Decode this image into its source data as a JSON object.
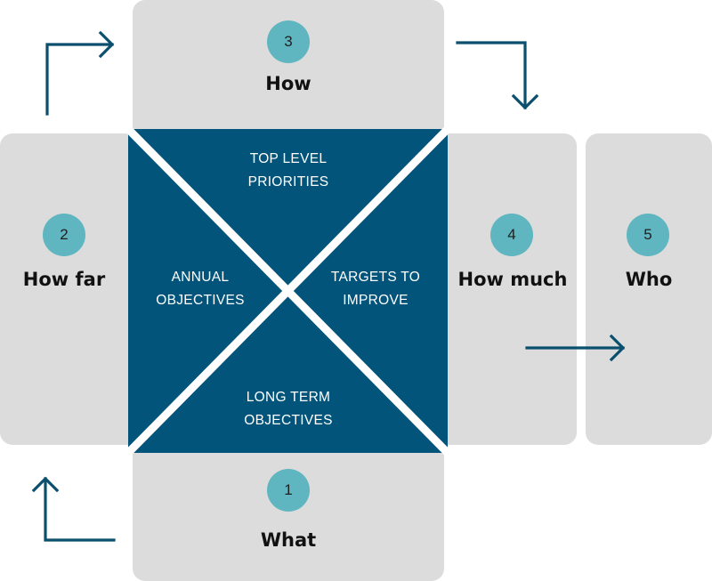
{
  "colors": {
    "navy": "#03547a",
    "teal": "#5fb6c0",
    "panel": "#dcdcdc",
    "white": "#ffffff"
  },
  "steps": [
    {
      "number": "1",
      "label": "What"
    },
    {
      "number": "2",
      "label": "How far"
    },
    {
      "number": "3",
      "label": "How"
    },
    {
      "number": "4",
      "label": "How much"
    },
    {
      "number": "5",
      "label": "Who"
    }
  ],
  "quadrants": {
    "top": {
      "line1": "TOP LEVEL",
      "line2": "PRIORITIES"
    },
    "left": {
      "line1": "ANNUAL",
      "line2": "OBJECTIVES"
    },
    "right": {
      "line1": "TARGETS TO",
      "line2": "IMPROVE"
    },
    "bottom": {
      "line1": "LONG TERM",
      "line2": "OBJECTIVES"
    }
  },
  "icons": [
    "arrow-up-right-icon",
    "arrow-right-down-icon",
    "arrow-right-icon",
    "arrow-left-up-icon"
  ]
}
